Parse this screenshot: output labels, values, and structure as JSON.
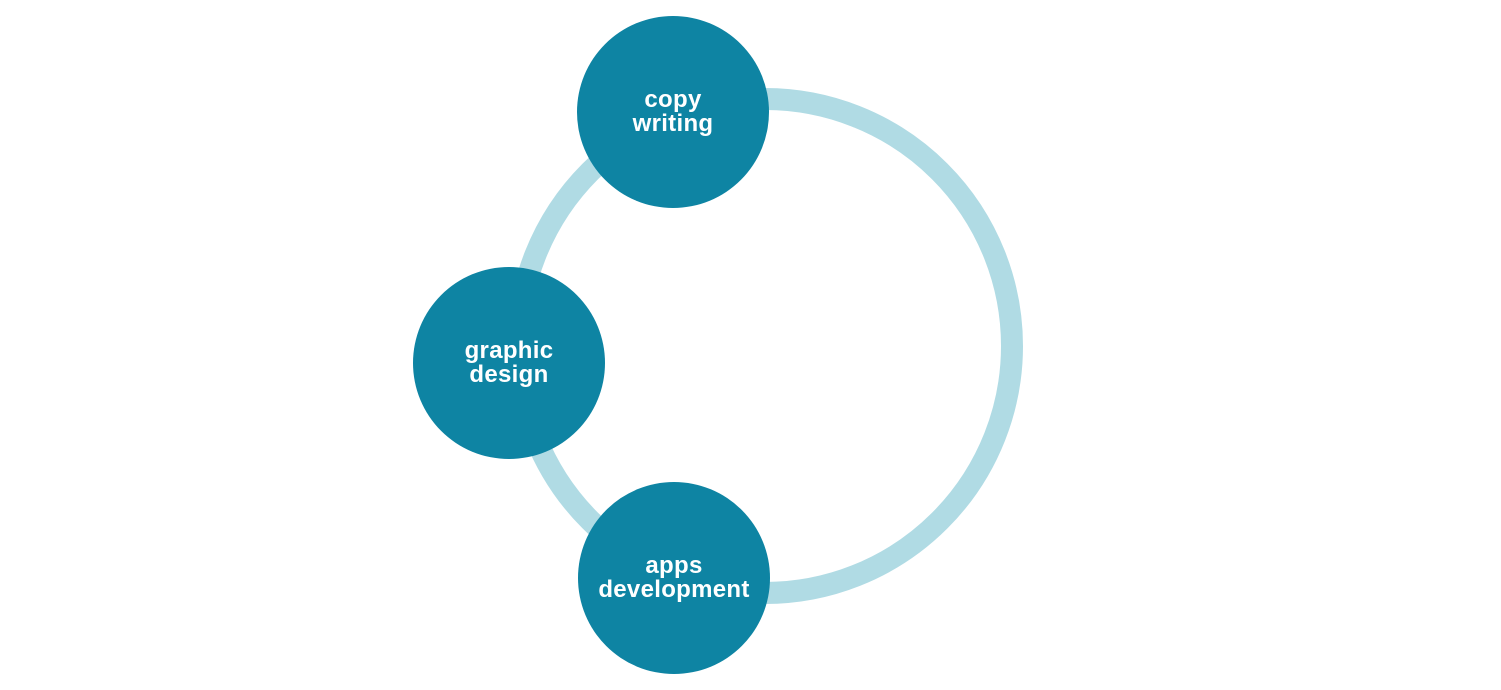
{
  "colors": {
    "ring": "#b0dbe4",
    "node_fill": "#0e84a3",
    "node_text": "#ffffff",
    "background": "#ffffff"
  },
  "nodes": [
    {
      "line1": "copy",
      "line2": "writing"
    },
    {
      "line1": "graphic",
      "line2": "design"
    },
    {
      "line1": "apps",
      "line2": "development"
    }
  ]
}
